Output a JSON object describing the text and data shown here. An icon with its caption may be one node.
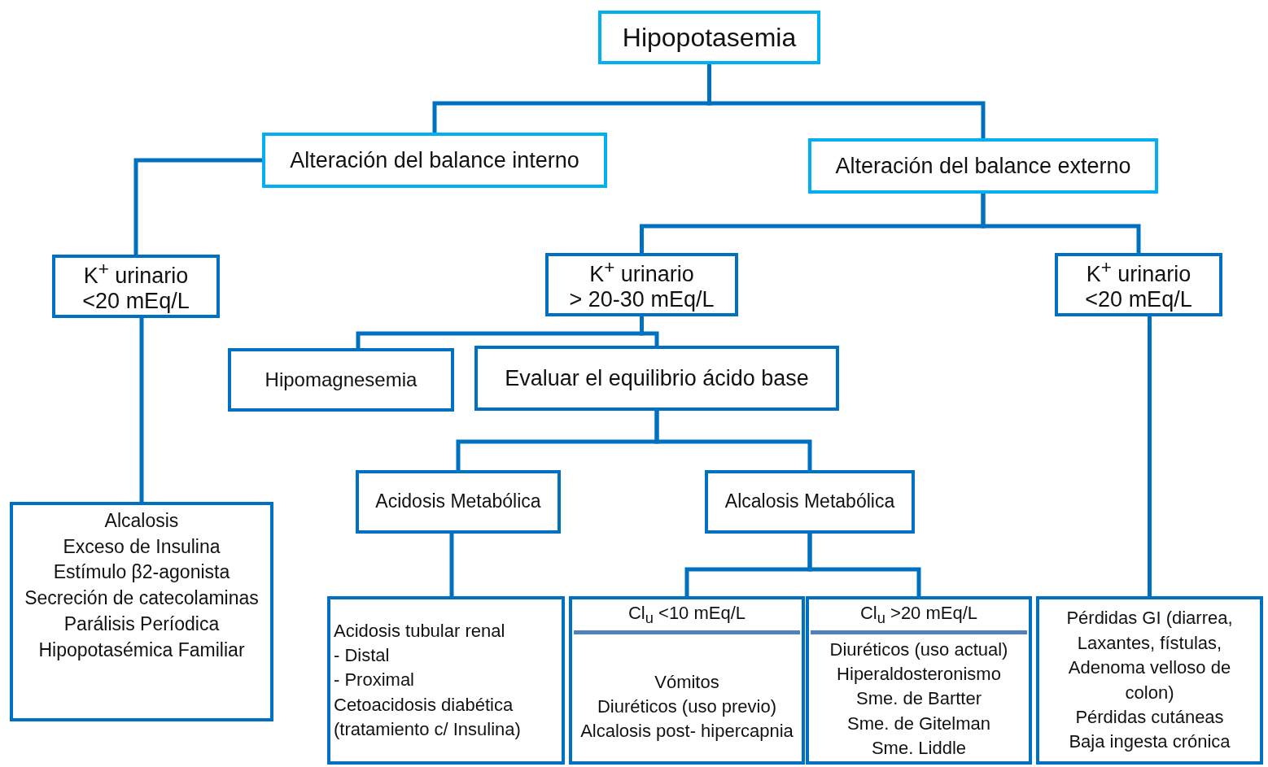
{
  "diagram": {
    "nodes": [
      {
        "text": [
          "Hipopotasemia"
        ]
      },
      {
        "text": [
          "Alteración del balance interno"
        ]
      },
      {
        "text": [
          "Alteración del balance externo"
        ]
      },
      {
        "text": [
          "K$^{+}$ urinario",
          "<20 mEq/L"
        ]
      },
      {
        "text": [
          "K$^{+}$ urinario",
          "> 20-30 mEq/L"
        ]
      },
      {
        "text": [
          "K$^{+}$ urinario",
          "<20 mEq/L"
        ]
      },
      {
        "text": [
          "Hipomagnesemia"
        ]
      },
      {
        "text": [
          "Evaluar el equilibrio ácido base"
        ]
      },
      {
        "text": [
          "Alcalosis",
          "Exceso de Insulina",
          "Estímulo β2-agonista",
          "Secreción de catecolaminas",
          "Parálisis Períodica Hipopotasémica Familiar"
        ]
      },
      {
        "text": [
          "Acidosis Metabólica"
        ]
      },
      {
        "text": [
          "Alcalosis Metabólica"
        ]
      },
      {
        "text": [
          "Acidosis tubular renal",
          "- Distal",
          "- Proximal",
          "Cetoacidosis diabética (tratamiento c/ Insulina)"
        ]
      },
      {
        "text": [
          "Cl$_{u}$ <10 mEq/L",
          "Vómitos",
          "Diuréticos (uso previo)",
          "Alcalosis post- hipercapnia"
        ]
      },
      {
        "text": [
          "Cl$_{u}$ >20 mEq/L",
          "Diuréticos (uso actual)",
          "Hiperaldosteronismo",
          "Sme. de Bartter",
          "Sme. de Gitelman",
          "Sme. Liddle"
        ]
      },
      {
        "text": [
          "Pérdidas GI (diarrea, Laxantes, fístulas, Adenoma velloso de colon)",
          "Pérdidas cutáneas",
          "Baja ingesta crónica"
        ]
      }
    ],
    "edges": [
      {
        "from": 0,
        "to": 1,
        "arrow": "none"
      },
      {
        "from": 0,
        "to": 2,
        "arrow": "none"
      },
      {
        "from": 1,
        "to": 3,
        "arrow": "none"
      },
      {
        "from": 3,
        "to": 8,
        "arrow": "none"
      },
      {
        "from": 2,
        "to": 4,
        "arrow": "none"
      },
      {
        "from": 2,
        "to": 5,
        "arrow": "none"
      },
      {
        "from": 4,
        "to": 6,
        "arrow": "none"
      },
      {
        "from": 4,
        "to": 7,
        "arrow": "none"
      },
      {
        "from": 5,
        "to": 14,
        "arrow": "none"
      },
      {
        "from": 7,
        "to": 9,
        "arrow": "none"
      },
      {
        "from": 7,
        "to": 10,
        "arrow": "none"
      },
      {
        "from": 9,
        "to": 11,
        "arrow": "none"
      },
      {
        "from": 10,
        "to": 12,
        "arrow": "none"
      },
      {
        "from": 10,
        "to": 13,
        "arrow": "none"
      }
    ]
  }
}
